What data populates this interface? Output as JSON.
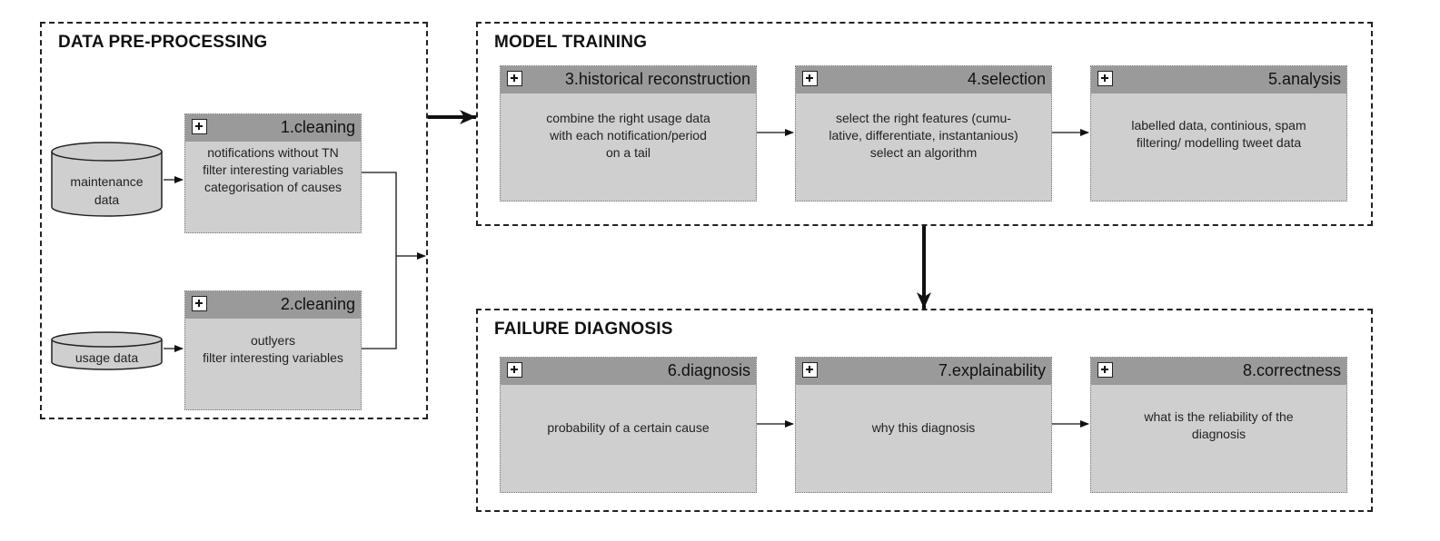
{
  "groups": {
    "preprocessing": "DATA PRE-PROCESSING",
    "training": "MODEL TRAINING",
    "diagnosis": "FAILURE DIAGNOSIS"
  },
  "sources": {
    "maintenance": "maintenance\ndata",
    "usage": "usage data"
  },
  "boxes": {
    "b1": {
      "title": "1.cleaning",
      "body": "notifications without TN\nfilter interesting variables\ncategorisation of causes"
    },
    "b2": {
      "title": "2.cleaning",
      "body": "outlyers\nfilter interesting variables"
    },
    "b3": {
      "title": "3.historical reconstruction",
      "body": "combine the right usage data\nwith each notification/period\non a tail"
    },
    "b4": {
      "title": "4.selection",
      "body": "select the right features (cumu-\nlative, differentiate, instantanious)\nselect an algorithm"
    },
    "b5": {
      "title": "5.analysis",
      "body": "labelled data, continious, spam\nfiltering/ modelling tweet data"
    },
    "b6": {
      "title": "6.diagnosis",
      "body": "probability of a certain cause"
    },
    "b7": {
      "title": "7.explainability",
      "body": "why this diagnosis"
    },
    "b8": {
      "title": "8.correctness",
      "body": "what is the reliability of the\ndiagnosis"
    }
  },
  "colors": {
    "box_fill": "#cfcfcf",
    "box_header": "#9a9a9a",
    "line": "#111111"
  }
}
